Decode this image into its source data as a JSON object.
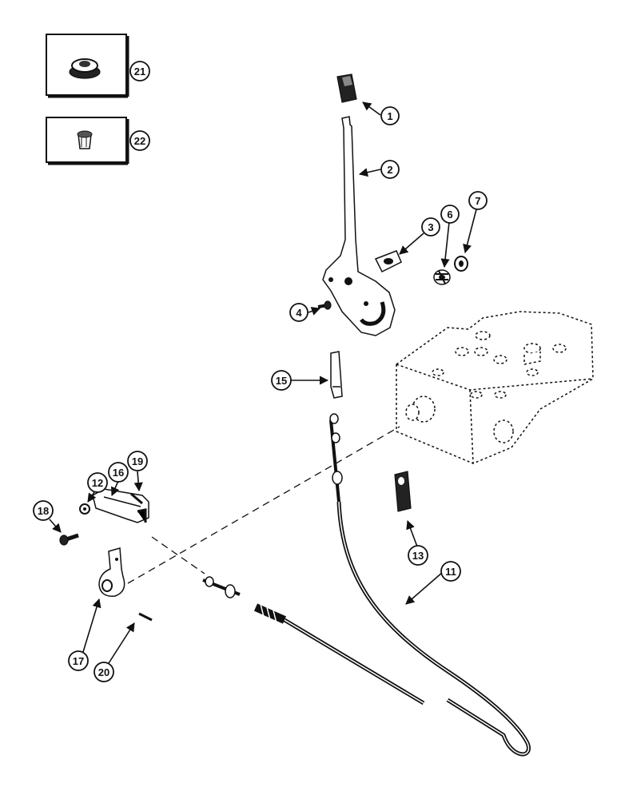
{
  "callouts": {
    "c1": "1",
    "c2": "2",
    "c3": "3",
    "c4": "4",
    "c6": "6",
    "c7": "7",
    "c11": "11",
    "c12": "12",
    "c13": "13",
    "c15": "15",
    "c16": "16",
    "c17": "17",
    "c18": "18",
    "c19": "19",
    "c20": "20",
    "c21": "21",
    "c22": "22"
  }
}
